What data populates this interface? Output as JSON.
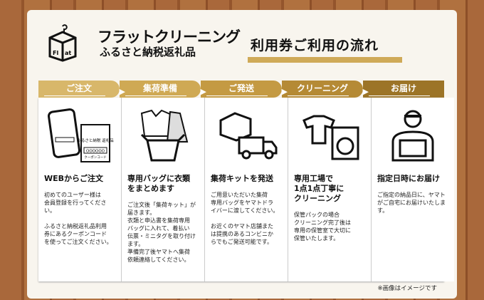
{
  "header": {
    "brand": "フラットクリーニング",
    "subbrand": "ふるさと納税返礼品",
    "title": "利用券ご利用の流れ",
    "logo_text": "Fl at"
  },
  "colors": {
    "tabs": [
      "#d8b76a",
      "#cfa954",
      "#c49a43",
      "#b58a35",
      "#9c7427"
    ],
    "underline": "#cfaa58"
  },
  "steps": [
    {
      "tab": "ご注文",
      "icon": "phone-coupon-icon",
      "heading": "WEBからご注文",
      "text": "初めてのユーザー様は\n会員登録を行ってくださ\nい。\n\nふるさと納税返礼品利用\n券にあるクーポンコード\nを使ってご注文ください。",
      "illus_text": [
        "ふるさと納税\n返礼品",
        "OOOOOO",
        "クーポンコード"
      ]
    },
    {
      "tab": "集荷準備",
      "icon": "clothes-box-icon",
      "heading": "専用バッグに衣類\nをまとめます",
      "text": "ご注文後「集荷キット」が\n届きます。\n衣類と申込書を集荷専用\nバッグに入れて、着払い\n伝票・ミニタグを取り付け\nます。\n準備完了後ヤマトへ集荷\n依頼連絡してください。"
    },
    {
      "tab": "ご発送",
      "icon": "delivery-truck-icon",
      "heading": "集荷キットを発送",
      "text": "ご用意いただいた集荷\n専用バッグをヤマトドラ\nイバーに渡してください。\n\nお近くのヤマト店舗また\nは提携のあるコンビニか\nらでもご発送可能です。"
    },
    {
      "tab": "クリーニング",
      "icon": "washing-machine-icon",
      "heading": "専用工場で\n1点1点丁寧に\nクリーニング",
      "text": "保管パックの場合\nクリーニング完了後は\n専用の保管室で大切に\n保管いたします。"
    },
    {
      "tab": "お届け",
      "icon": "delivery-person-icon",
      "heading": "指定日時にお届け",
      "text": "ご指定の納品日に、ヤマト\nがご自宅にお届けいたしま\nす。"
    }
  ],
  "note": "※画像はイメージです"
}
